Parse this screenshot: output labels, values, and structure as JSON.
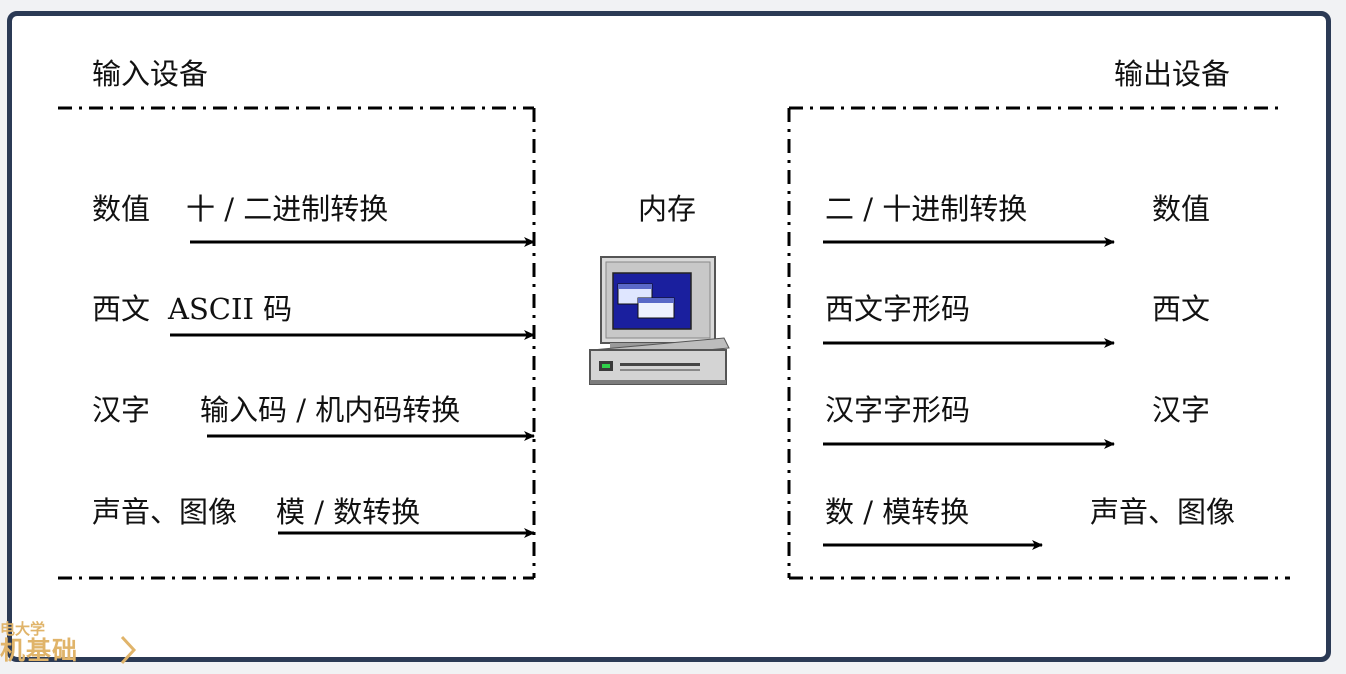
{
  "input_section": {
    "title": "输入设备",
    "rows": [
      {
        "item": "数值",
        "conversion": "十 / 二进制转换"
      },
      {
        "item": "西文",
        "conversion": "ASCII 码"
      },
      {
        "item": "汉字",
        "conversion": "输入码 / 机内码转换"
      },
      {
        "item": "声音、图像",
        "conversion": "模 / 数转换"
      }
    ]
  },
  "memory": {
    "label": "内存",
    "icon": "computer-icon"
  },
  "output_section": {
    "title": "输出设备",
    "rows": [
      {
        "conversion": "二 / 十进制转换",
        "item": "数值"
      },
      {
        "conversion": "西文字形码",
        "item": "西文"
      },
      {
        "conversion": "汉字字形码",
        "item": "汉字"
      },
      {
        "conversion": "数 / 模转换",
        "item": "声音、图像"
      }
    ]
  },
  "watermark": {
    "line1": "电大学",
    "line2": "机基础"
  },
  "colors": {
    "frame": "#2b3a55",
    "line": "#000000",
    "watermark": "#e0b46a"
  }
}
